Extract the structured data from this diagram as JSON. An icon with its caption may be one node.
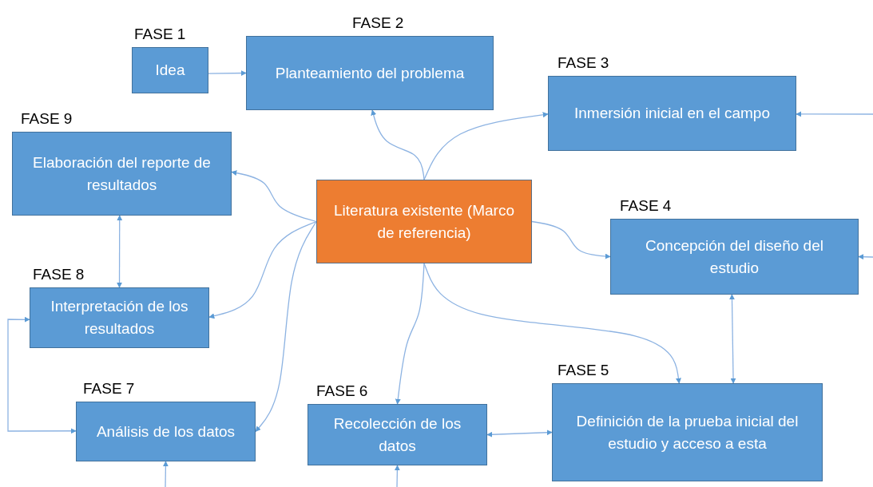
{
  "diagram": {
    "nodes": [
      {
        "text": [
          "FASE 1",
          "Idea"
        ]
      },
      {
        "text": [
          "FASE 2",
          "Planteamiento del problema"
        ]
      },
      {
        "text": [
          "FASE 3",
          "Inmersión inicial en el campo"
        ]
      },
      {
        "text": [
          "FASE 9",
          "Elaboración del reporte de resultados"
        ]
      },
      {
        "text": [
          "Literatura existente (Marco de referencia)"
        ]
      },
      {
        "text": [
          "FASE 4",
          "Concepción del diseño del estudio"
        ]
      },
      {
        "text": [
          "FASE 8",
          "Interpretación de los resultados"
        ]
      },
      {
        "text": [
          "FASE 7",
          "Análisis de los datos"
        ]
      },
      {
        "text": [
          "FASE 6",
          "Recolección de los datos"
        ]
      },
      {
        "text": [
          "FASE 5",
          "Definición de la prueba inicial del estudio y acceso a esta"
        ]
      }
    ],
    "edges": [
      {
        "from": 0,
        "to": 1,
        "arrow": "to"
      },
      {
        "from": 4,
        "to": 1,
        "arrow": "to"
      },
      {
        "from": 4,
        "to": 2,
        "arrow": "to"
      },
      {
        "from": 4,
        "to": 3,
        "arrow": "to"
      },
      {
        "from": 4,
        "to": 5,
        "arrow": "to"
      },
      {
        "from": 4,
        "to": 6,
        "arrow": "to"
      },
      {
        "from": 4,
        "to": 7,
        "arrow": "to"
      },
      {
        "from": 4,
        "to": 8,
        "arrow": "to"
      },
      {
        "from": 4,
        "to": 9,
        "arrow": "to"
      },
      {
        "from": 3,
        "to": 6,
        "arrow": "both"
      },
      {
        "from": 5,
        "to": 9,
        "arrow": "both"
      },
      {
        "from": 8,
        "to": 9,
        "arrow": "both"
      },
      {
        "from": 6,
        "to": 7,
        "arrow": "both"
      },
      {
        "from": null,
        "to": 2,
        "arrow": "to"
      },
      {
        "from": null,
        "to": 5,
        "arrow": "to"
      },
      {
        "from": null,
        "to": 7,
        "arrow": "to"
      },
      {
        "from": null,
        "to": 8,
        "arrow": "to"
      }
    ]
  }
}
